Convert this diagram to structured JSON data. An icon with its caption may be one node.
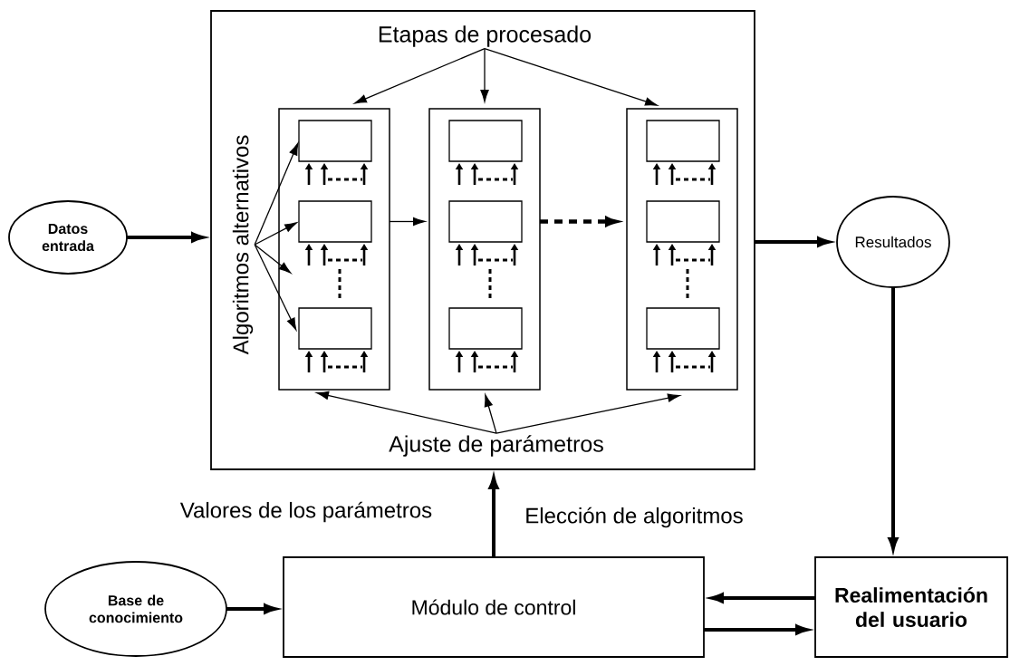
{
  "diagram": {
    "nodes": [
      {
        "text": [],
        "shape": "box"
      },
      {
        "text": [
          "Etapas de procesado"
        ],
        "in": 0
      },
      {
        "text": [
          "Algoritmos alternativos"
        ],
        "in": 0
      },
      {
        "text": [],
        "shape": "box",
        "in": 0
      },
      {
        "text": [],
        "shape": "box",
        "in": 3
      },
      {
        "text": [],
        "shape": "box",
        "in": 3
      },
      {
        "text": [],
        "shape": "box",
        "in": 3
      },
      {
        "text": [],
        "shape": "box",
        "in": 0
      },
      {
        "text": [],
        "shape": "box",
        "in": 7
      },
      {
        "text": [],
        "shape": "box",
        "in": 7
      },
      {
        "text": [],
        "shape": "box",
        "in": 7
      },
      {
        "text": [],
        "shape": "box",
        "in": 0
      },
      {
        "text": [],
        "shape": "box",
        "in": 11
      },
      {
        "text": [],
        "shape": "box",
        "in": 11
      },
      {
        "text": [],
        "shape": "box",
        "in": 11
      },
      {
        "text": [
          "Ajuste de parámetros"
        ],
        "in": 0
      },
      {
        "text": [
          "Datos entrada"
        ]
      },
      {
        "text": [
          "Resultados"
        ]
      },
      {
        "text": [
          "Módulo de control"
        ]
      },
      {
        "text": [
          "Base de conocimiento"
        ]
      },
      {
        "text": [
          "Realimentación del usuario"
        ]
      }
    ],
    "edges": [
      {
        "from": 1,
        "to": 3,
        "arrow": "to"
      },
      {
        "from": 1,
        "to": 7,
        "arrow": "to"
      },
      {
        "from": 1,
        "to": 11,
        "arrow": "to"
      },
      {
        "from": 2,
        "to": 4,
        "arrow": "to"
      },
      {
        "from": 2,
        "to": 5,
        "arrow": "to"
      },
      {
        "from": 2,
        "to": 3,
        "arrow": "to"
      },
      {
        "from": 2,
        "to": 6,
        "arrow": "to"
      },
      {
        "from": 3,
        "to": 7,
        "arrow": "to"
      },
      {
        "from": 7,
        "to": 11,
        "arrow": "to",
        "style": "dashed"
      },
      {
        "from": 15,
        "to": 3,
        "arrow": "to"
      },
      {
        "from": 15,
        "to": 7,
        "arrow": "to"
      },
      {
        "from": 15,
        "to": 11,
        "arrow": "to"
      },
      {
        "from": 16,
        "to": 0,
        "arrow": "to",
        "style": "thick"
      },
      {
        "from": 0,
        "to": 17,
        "arrow": "to",
        "style": "thick"
      },
      {
        "from": 17,
        "to": 20,
        "arrow": "to",
        "style": "thick"
      },
      {
        "from": 18,
        "to": 0,
        "arrow": "to",
        "style": "thick"
      },
      {
        "from": 19,
        "to": 18,
        "arrow": "to",
        "style": "thick"
      },
      {
        "from": 20,
        "to": 18,
        "arrow": "to",
        "style": "thick"
      },
      {
        "from": 18,
        "to": 20,
        "arrow": "to",
        "style": "thick"
      }
    ],
    "labels": [
      "Valores de los parámetros",
      "Elección de algoritmos"
    ]
  }
}
